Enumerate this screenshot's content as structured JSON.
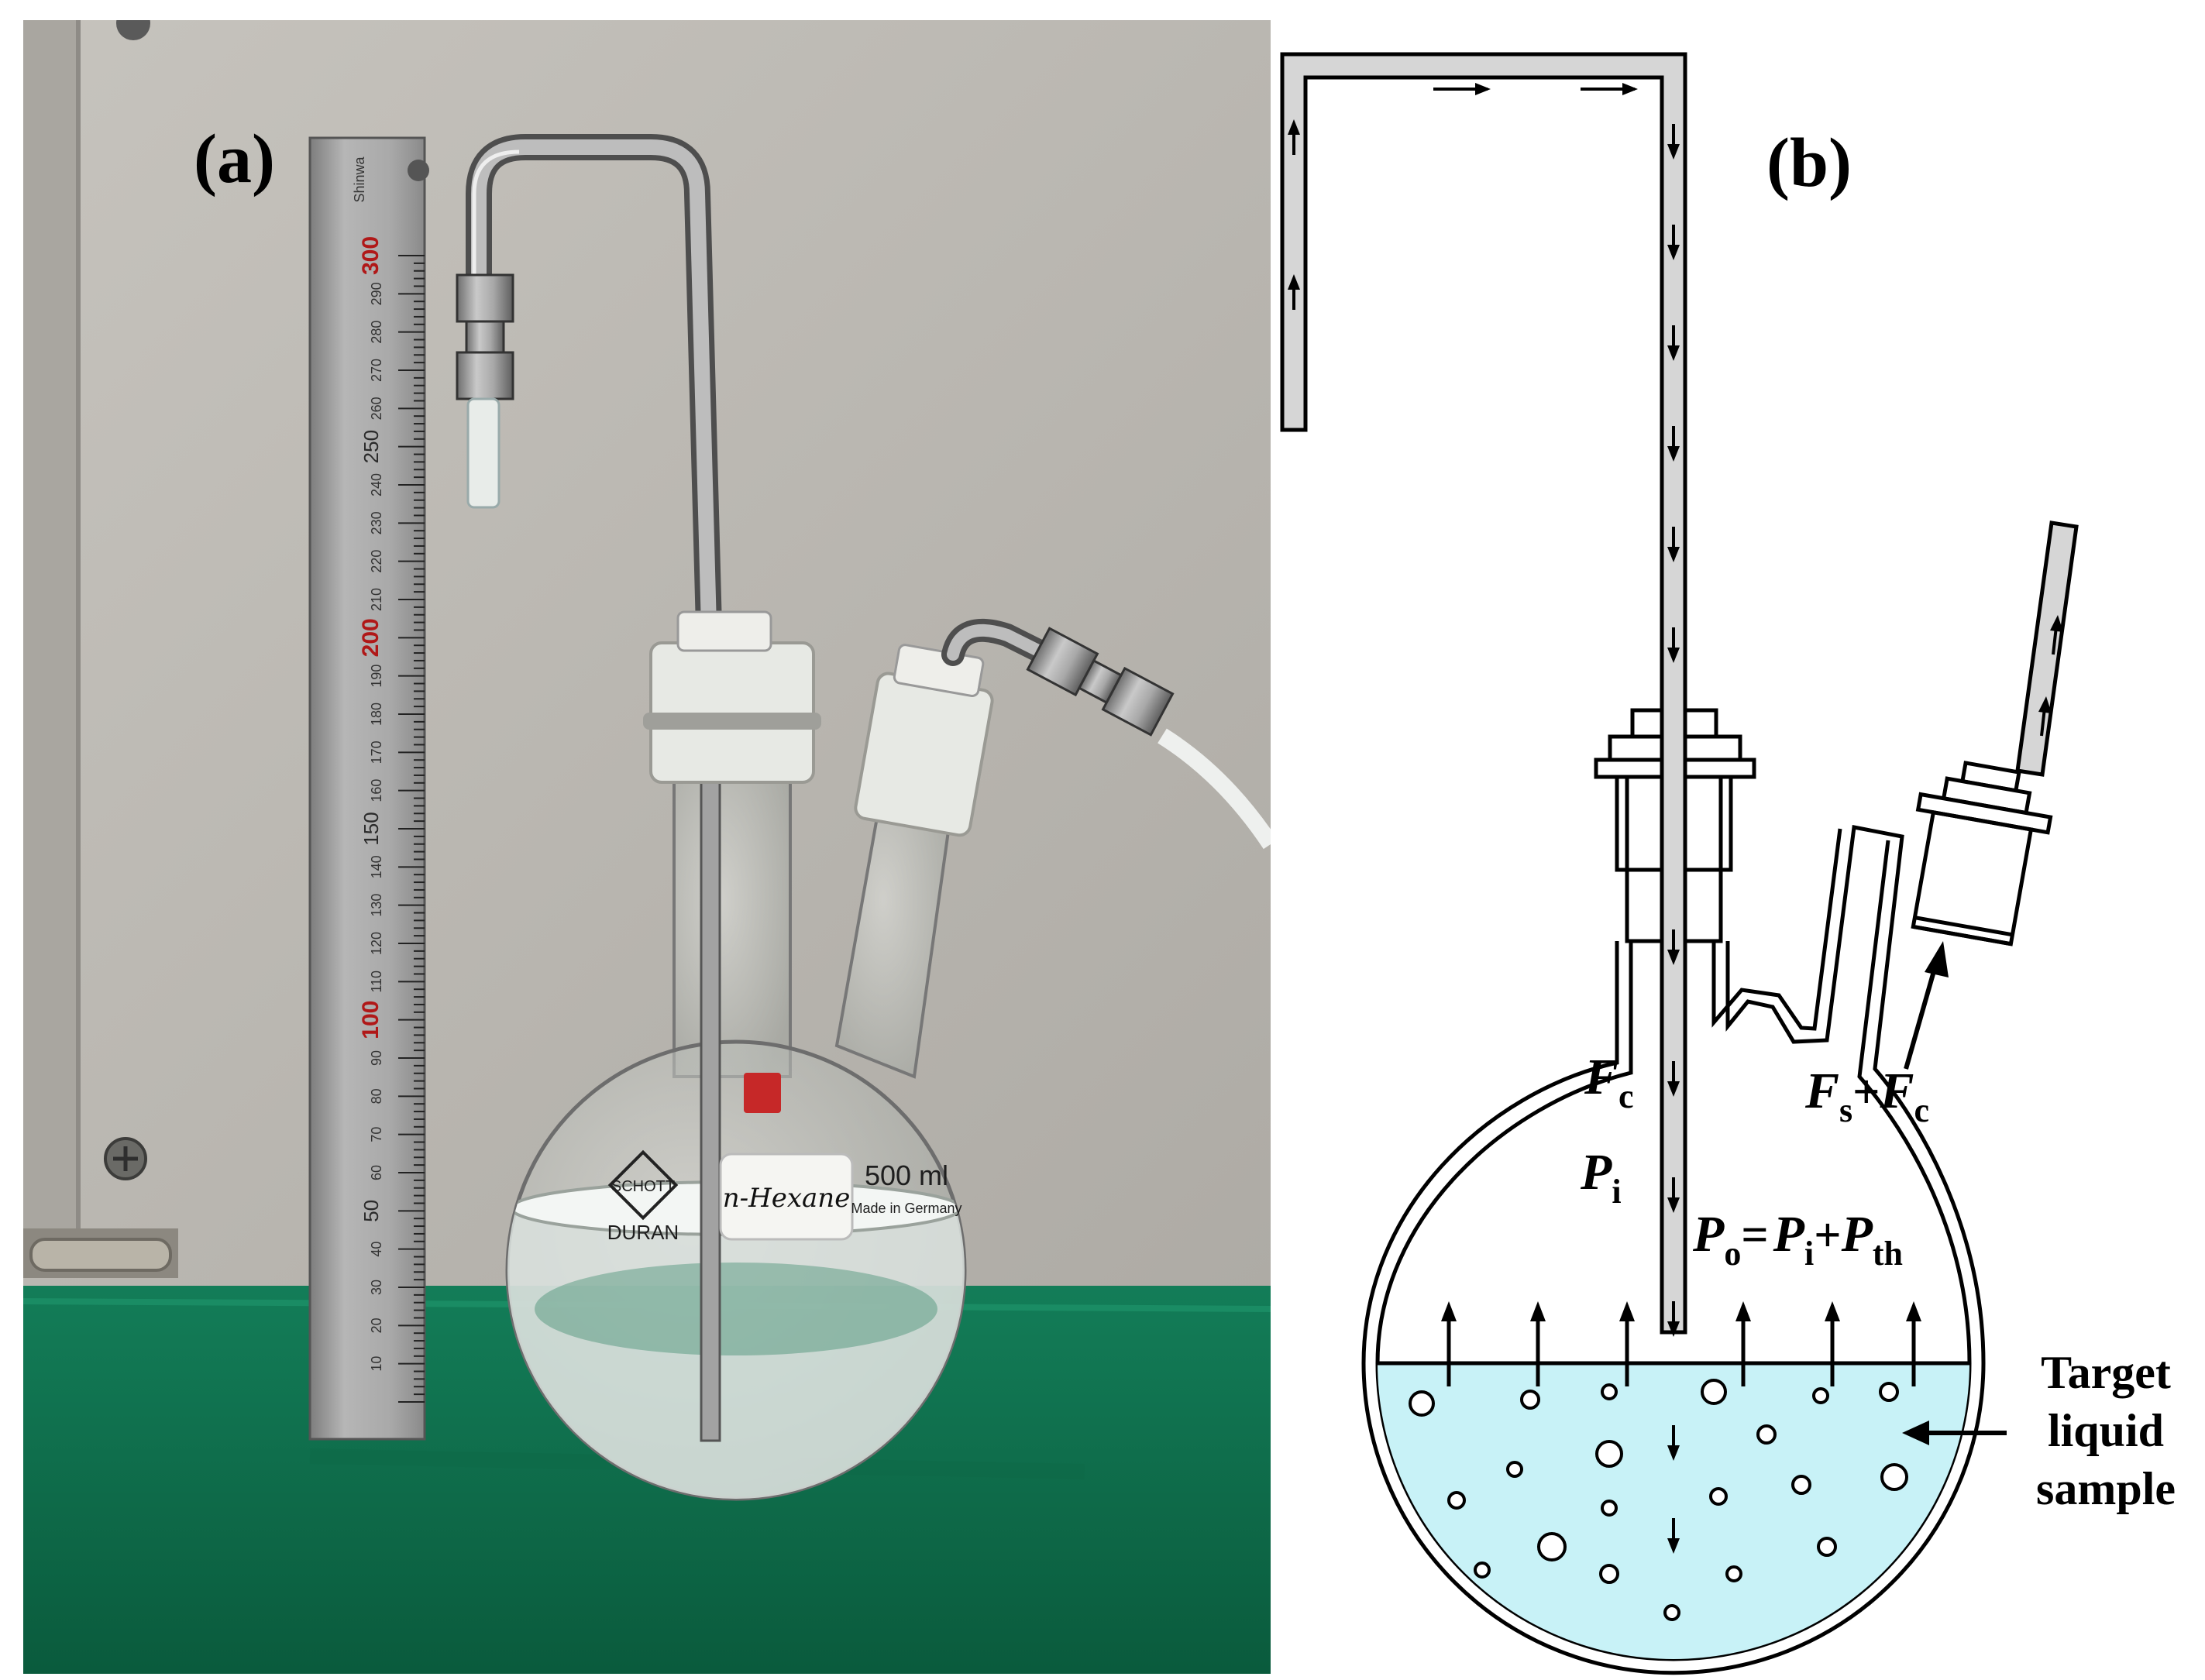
{
  "panels": {
    "a": {
      "label": "(a)"
    },
    "b": {
      "label": "(b)"
    }
  },
  "photo": {
    "ruler_numbers": [
      "300",
      "250",
      "200",
      "150",
      "100",
      "50"
    ],
    "ruler_minor_numbers": [
      "290",
      "280",
      "270",
      "260",
      "240",
      "230",
      "220",
      "210",
      "190",
      "180",
      "170",
      "160",
      "140",
      "130",
      "120",
      "110",
      "90",
      "80",
      "70",
      "60",
      "40",
      "30",
      "20",
      "10"
    ],
    "ruler_brand": "Shinwa",
    "flask_brand": "SCHOTT",
    "flask_line": "DURAN",
    "flask_volume": "500 ml",
    "flask_made_in": "Made in Germany",
    "flask_label": "n-Hexane",
    "colors": {
      "wall": "#bdbab4",
      "bench": "#0c6e4c",
      "steel": "#9c9c9c"
    }
  },
  "diagram": {
    "fc": {
      "symbol": "F",
      "sub": "c"
    },
    "pi": {
      "symbol": "P",
      "sub": "i"
    },
    "fs_plus_fc": {
      "a": "F",
      "a_sub": "s",
      "op": "+",
      "b": "F",
      "b_sub": "c"
    },
    "po_eq": {
      "lhs": "P",
      "lhs_sub": "o",
      "eq": "=",
      "r1": "P",
      "r1_sub": "i",
      "op": "+",
      "r2": "P",
      "r2_sub": "th"
    },
    "target_label": [
      "Target",
      "liquid",
      "sample"
    ],
    "colors": {
      "liquid": "#c8f2f7",
      "tube": "#d6d6d6",
      "ink": "#000000"
    }
  }
}
